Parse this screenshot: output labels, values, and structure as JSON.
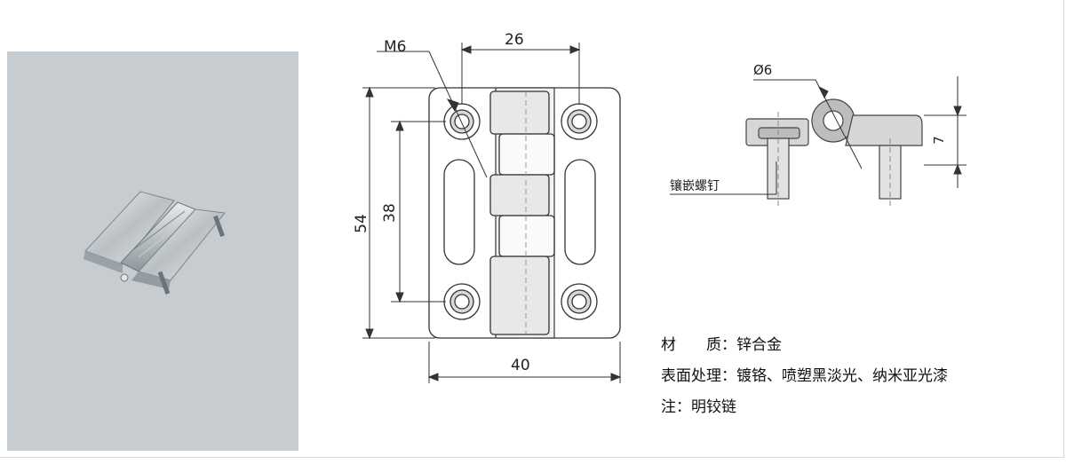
{
  "dimensions": {
    "thread": "M6",
    "hole_spacing_width": "26",
    "overall_height": "54",
    "hole_spacing_height": "38",
    "overall_width": "40",
    "pin_diameter": "Ø6",
    "thickness": "7"
  },
  "callouts": {
    "insert_screw": "镶嵌螺钉"
  },
  "specs": {
    "material_label": "材　　质：",
    "material_value": "锌合金",
    "finish_label": "表面处理：",
    "finish_value": "镀铬、喷塑黑淡光、纳米亚光漆",
    "note_label": "注：",
    "note_value": "明铰链"
  }
}
